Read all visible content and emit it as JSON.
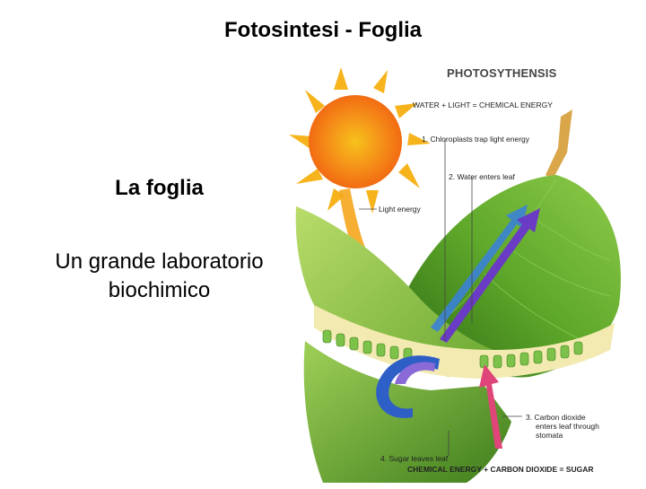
{
  "slide": {
    "title": "Fotosintesi - Foglia",
    "heading": "La foglia",
    "body_line1": "Un grande laboratorio",
    "body_line2": "biochimico"
  },
  "illustration": {
    "title": "PHOTOSYTHENSIS",
    "equation_top": "WATER + LIGHT = CHEMICAL ENERGY",
    "step1": "1.  Chloroplasts trap light energy",
    "step2": "2.  Water enters leaf",
    "light_label": "Light energy",
    "step3_line1": "3.  Carbon dioxide",
    "step3_line2": "enters leaf through",
    "step3_line3": "stomata",
    "step4": "4.  Sugar leaves leaf",
    "equation_bottom": "CHEMICAL ENERGY + CARBON DIOXIDE = SUGAR"
  },
  "colors": {
    "leaf_green": "#5ea82a",
    "leaf_dark": "#3f7e1c",
    "sun_orange": "#f26b12",
    "sun_yellow": "#f7c21c",
    "water_blue": "#3b82d6",
    "energy_purple": "#6a3bc4",
    "co2_pink": "#e0457a",
    "sugar_blue": "#2e5fc7"
  }
}
